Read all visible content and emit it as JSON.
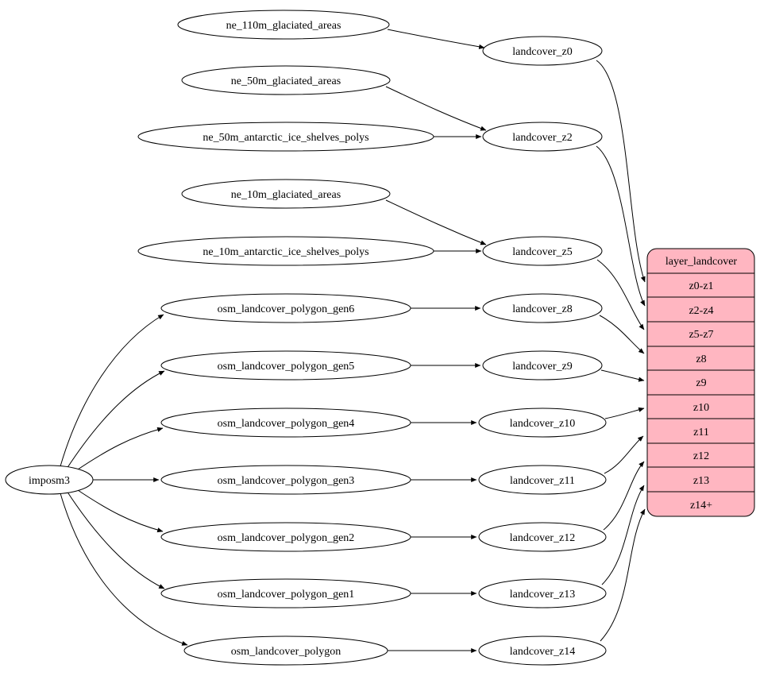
{
  "nodes": {
    "imposm3": "imposm3",
    "ne_110m_glaciated_areas": "ne_110m_glaciated_areas",
    "ne_50m_glaciated_areas": "ne_50m_glaciated_areas",
    "ne_50m_antarctic_ice_shelves_polys": "ne_50m_antarctic_ice_shelves_polys",
    "ne_10m_glaciated_areas": "ne_10m_glaciated_areas",
    "ne_10m_antarctic_ice_shelves_polys": "ne_10m_antarctic_ice_shelves_polys",
    "osm_landcover_polygon_gen6": "osm_landcover_polygon_gen6",
    "osm_landcover_polygon_gen5": "osm_landcover_polygon_gen5",
    "osm_landcover_polygon_gen4": "osm_landcover_polygon_gen4",
    "osm_landcover_polygon_gen3": "osm_landcover_polygon_gen3",
    "osm_landcover_polygon_gen2": "osm_landcover_polygon_gen2",
    "osm_landcover_polygon_gen1": "osm_landcover_polygon_gen1",
    "osm_landcover_polygon": "osm_landcover_polygon",
    "landcover_z0": "landcover_z0",
    "landcover_z2": "landcover_z2",
    "landcover_z5": "landcover_z5",
    "landcover_z8": "landcover_z8",
    "landcover_z9": "landcover_z9",
    "landcover_z10": "landcover_z10",
    "landcover_z11": "landcover_z11",
    "landcover_z12": "landcover_z12",
    "landcover_z13": "landcover_z13",
    "landcover_z14": "landcover_z14"
  },
  "record": {
    "title": "layer_landcover",
    "rows": [
      "z0-z1",
      "z2-z4",
      "z5-z7",
      "z8",
      "z9",
      "z10",
      "z11",
      "z12",
      "z13",
      "z14+"
    ],
    "fill": "#ffb6c1"
  },
  "edges": [
    {
      "from": "ne_110m_glaciated_areas",
      "to": "landcover_z0"
    },
    {
      "from": "ne_50m_glaciated_areas",
      "to": "landcover_z2"
    },
    {
      "from": "ne_50m_antarctic_ice_shelves_polys",
      "to": "landcover_z2"
    },
    {
      "from": "ne_10m_glaciated_areas",
      "to": "landcover_z5"
    },
    {
      "from": "ne_10m_antarctic_ice_shelves_polys",
      "to": "landcover_z5"
    },
    {
      "from": "imposm3",
      "to": "osm_landcover_polygon_gen6"
    },
    {
      "from": "imposm3",
      "to": "osm_landcover_polygon_gen5"
    },
    {
      "from": "imposm3",
      "to": "osm_landcover_polygon_gen4"
    },
    {
      "from": "imposm3",
      "to": "osm_landcover_polygon_gen3"
    },
    {
      "from": "imposm3",
      "to": "osm_landcover_polygon_gen2"
    },
    {
      "from": "imposm3",
      "to": "osm_landcover_polygon_gen1"
    },
    {
      "from": "imposm3",
      "to": "osm_landcover_polygon"
    },
    {
      "from": "osm_landcover_polygon_gen6",
      "to": "landcover_z8"
    },
    {
      "from": "osm_landcover_polygon_gen5",
      "to": "landcover_z9"
    },
    {
      "from": "osm_landcover_polygon_gen4",
      "to": "landcover_z10"
    },
    {
      "from": "osm_landcover_polygon_gen3",
      "to": "landcover_z11"
    },
    {
      "from": "osm_landcover_polygon_gen2",
      "to": "landcover_z12"
    },
    {
      "from": "osm_landcover_polygon_gen1",
      "to": "landcover_z13"
    },
    {
      "from": "osm_landcover_polygon",
      "to": "landcover_z14"
    },
    {
      "from": "landcover_z0",
      "to": "layer_landcover:z0-z1"
    },
    {
      "from": "landcover_z2",
      "to": "layer_landcover:z2-z4"
    },
    {
      "from": "landcover_z5",
      "to": "layer_landcover:z5-z7"
    },
    {
      "from": "landcover_z8",
      "to": "layer_landcover:z8"
    },
    {
      "from": "landcover_z9",
      "to": "layer_landcover:z9"
    },
    {
      "from": "landcover_z10",
      "to": "layer_landcover:z10"
    },
    {
      "from": "landcover_z11",
      "to": "layer_landcover:z11"
    },
    {
      "from": "landcover_z12",
      "to": "layer_landcover:z12"
    },
    {
      "from": "landcover_z13",
      "to": "layer_landcover:z13"
    },
    {
      "from": "landcover_z14",
      "to": "layer_landcover:z14+"
    }
  ],
  "colors": {
    "node_fill": "#ffffff",
    "stroke": "#000000",
    "record_fill": "#ffb6c1"
  }
}
